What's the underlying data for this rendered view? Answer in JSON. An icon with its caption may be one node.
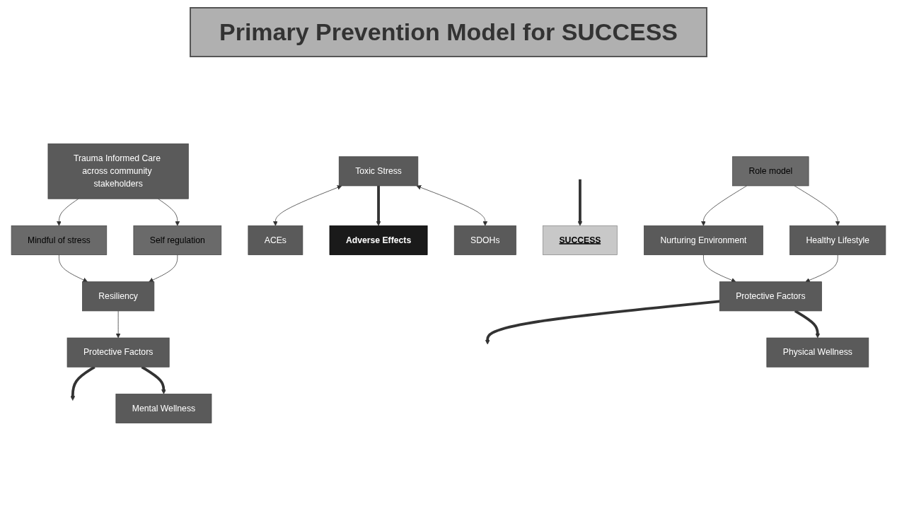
{
  "diagram": {
    "title": "Primary Prevention Model for SUCCESS",
    "nodes": [
      {
        "text": [
          "Trauma Informed Care across community stakeholders"
        ]
      },
      {
        "text": [
          "Mindful of stress"
        ]
      },
      {
        "text": [
          "Self regulation"
        ]
      },
      {
        "text": [
          "Resiliency"
        ]
      },
      {
        "text": [
          "Protective Factors"
        ]
      },
      {
        "text": [
          "Mental Wellness"
        ]
      },
      {
        "text": [
          "ACEs"
        ]
      },
      {
        "text": [
          "Toxic Stress"
        ]
      },
      {
        "text": [
          "Adverse Effects"
        ]
      },
      {
        "text": [
          "SUCCESS"
        ]
      },
      {
        "text": [
          "Protective Factors"
        ]
      },
      {
        "text": [
          "Physical Wellness"
        ]
      },
      {
        "text": [
          "SDOHs"
        ]
      },
      {
        "text": [
          "Nurturing Environment"
        ]
      },
      {
        "text": [
          "Healthy Lifestyle"
        ]
      },
      {
        "text": [
          "Role model"
        ]
      }
    ],
    "edges": [
      {
        "from": 0,
        "to": 1,
        "arrow": "to"
      },
      {
        "from": 0,
        "to": 2,
        "arrow": "to"
      },
      {
        "from": 1,
        "to": 3,
        "arrow": "to"
      },
      {
        "from": 2,
        "to": 3,
        "arrow": "to"
      },
      {
        "from": 3,
        "to": 4,
        "arrow": "to"
      },
      {
        "from": 4,
        "to": null,
        "arrow": "to",
        "style": "thick"
      },
      {
        "from": 4,
        "to": 5,
        "arrow": "to",
        "style": "thick"
      },
      {
        "from": 7,
        "to": 6,
        "arrow": "both"
      },
      {
        "from": 7,
        "to": 8,
        "arrow": "to",
        "style": "thick"
      },
      {
        "from": null,
        "to": 9,
        "arrow": "to",
        "style": "thick"
      },
      {
        "from": 10,
        "to": null,
        "arrow": "to",
        "style": "thick"
      },
      {
        "from": 10,
        "to": 11,
        "arrow": "to",
        "style": "thick"
      },
      {
        "from": 7,
        "to": 12,
        "arrow": "both"
      },
      {
        "from": 13,
        "to": 10,
        "arrow": "to"
      },
      {
        "from": 14,
        "to": 10,
        "arrow": "to"
      },
      {
        "from": 15,
        "to": 13,
        "arrow": "to"
      },
      {
        "from": 15,
        "to": 14,
        "arrow": "to"
      }
    ]
  }
}
